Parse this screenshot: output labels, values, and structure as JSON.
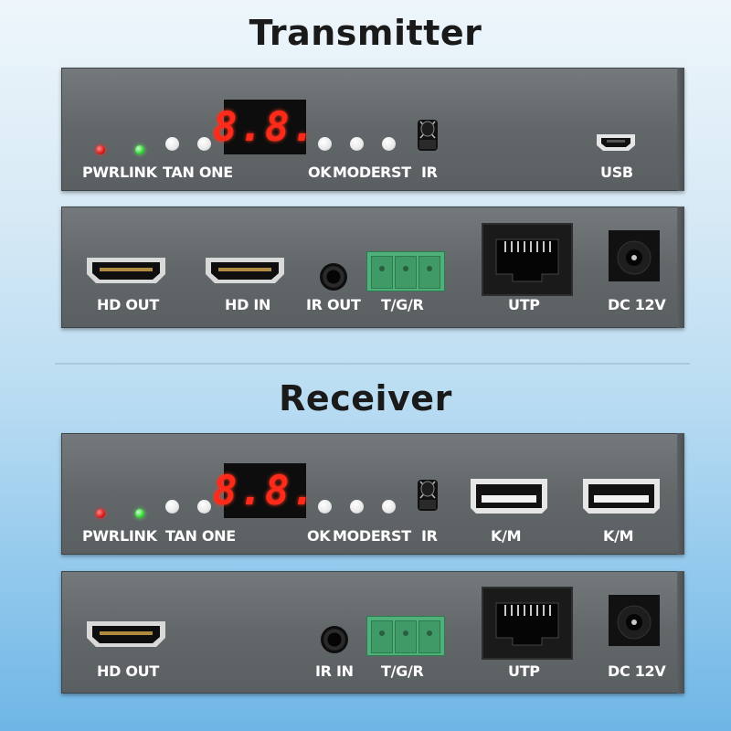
{
  "titles": {
    "transmitter": "Transmitter",
    "receiver": "Receiver"
  },
  "transmitter": {
    "front": {
      "display": "8.8.",
      "labels": {
        "pwr": "PWR",
        "link": "LINK",
        "tan_one": "TAN ONE",
        "ok": "OK",
        "mode": "MODE",
        "rst": "RST",
        "ir": "IR",
        "usb": "USB"
      }
    },
    "back": {
      "labels": {
        "hd_out": "HD OUT",
        "hd_in": "HD IN",
        "ir_out": "IR OUT",
        "tgr": "T/G/R",
        "utp": "UTP",
        "dc": "DC 12V"
      }
    }
  },
  "receiver": {
    "front": {
      "display": "8.8.",
      "labels": {
        "pwr": "PWR",
        "link": "LINK",
        "tan_one": "TAN ONE",
        "ok": "OK",
        "mode": "MODE",
        "rst": "RST",
        "ir": "IR",
        "km1": "K/M",
        "km2": "K/M"
      }
    },
    "back": {
      "labels": {
        "hd_out": "HD OUT",
        "ir_in": "IR IN",
        "tgr": "T/G/R",
        "utp": "UTP",
        "dc": "DC 12V"
      }
    }
  },
  "colors": {
    "led_pwr": "#e01818",
    "led_link": "#36d836",
    "display_digits": "#ff2a1a",
    "panel": "#666b6e",
    "terminal": "#4fb07a"
  },
  "icons": [
    "hdmi-port-icon",
    "rj45-port-icon",
    "dc-jack-icon",
    "ir-sensor-icon",
    "usb-a-port-icon",
    "mini-usb-port-icon",
    "audio-jack-icon",
    "terminal-block-icon"
  ]
}
